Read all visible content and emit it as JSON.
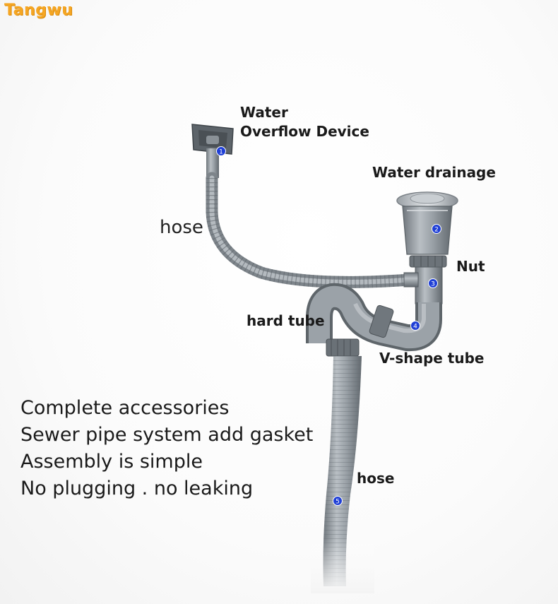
{
  "brand": "Tangwu",
  "labels": {
    "overflow_line1": "Water",
    "overflow_line2": "Overflow Device",
    "drainage": "Water drainage",
    "hose_top": "hose",
    "nut": "Nut",
    "hard_tube": "hard tube",
    "v_shape": "V-shape tube",
    "hose_bottom": "hose"
  },
  "markers": [
    "1",
    "2",
    "3",
    "4",
    "5"
  ],
  "features": [
    "Complete accessories",
    "Sewer pipe system add gasket",
    "Assembly is simple",
    "No plugging  .  no leaking"
  ],
  "colors": {
    "brand": "#f5a623",
    "pipe": "#8f969c",
    "marker": "#1f3fd6"
  }
}
